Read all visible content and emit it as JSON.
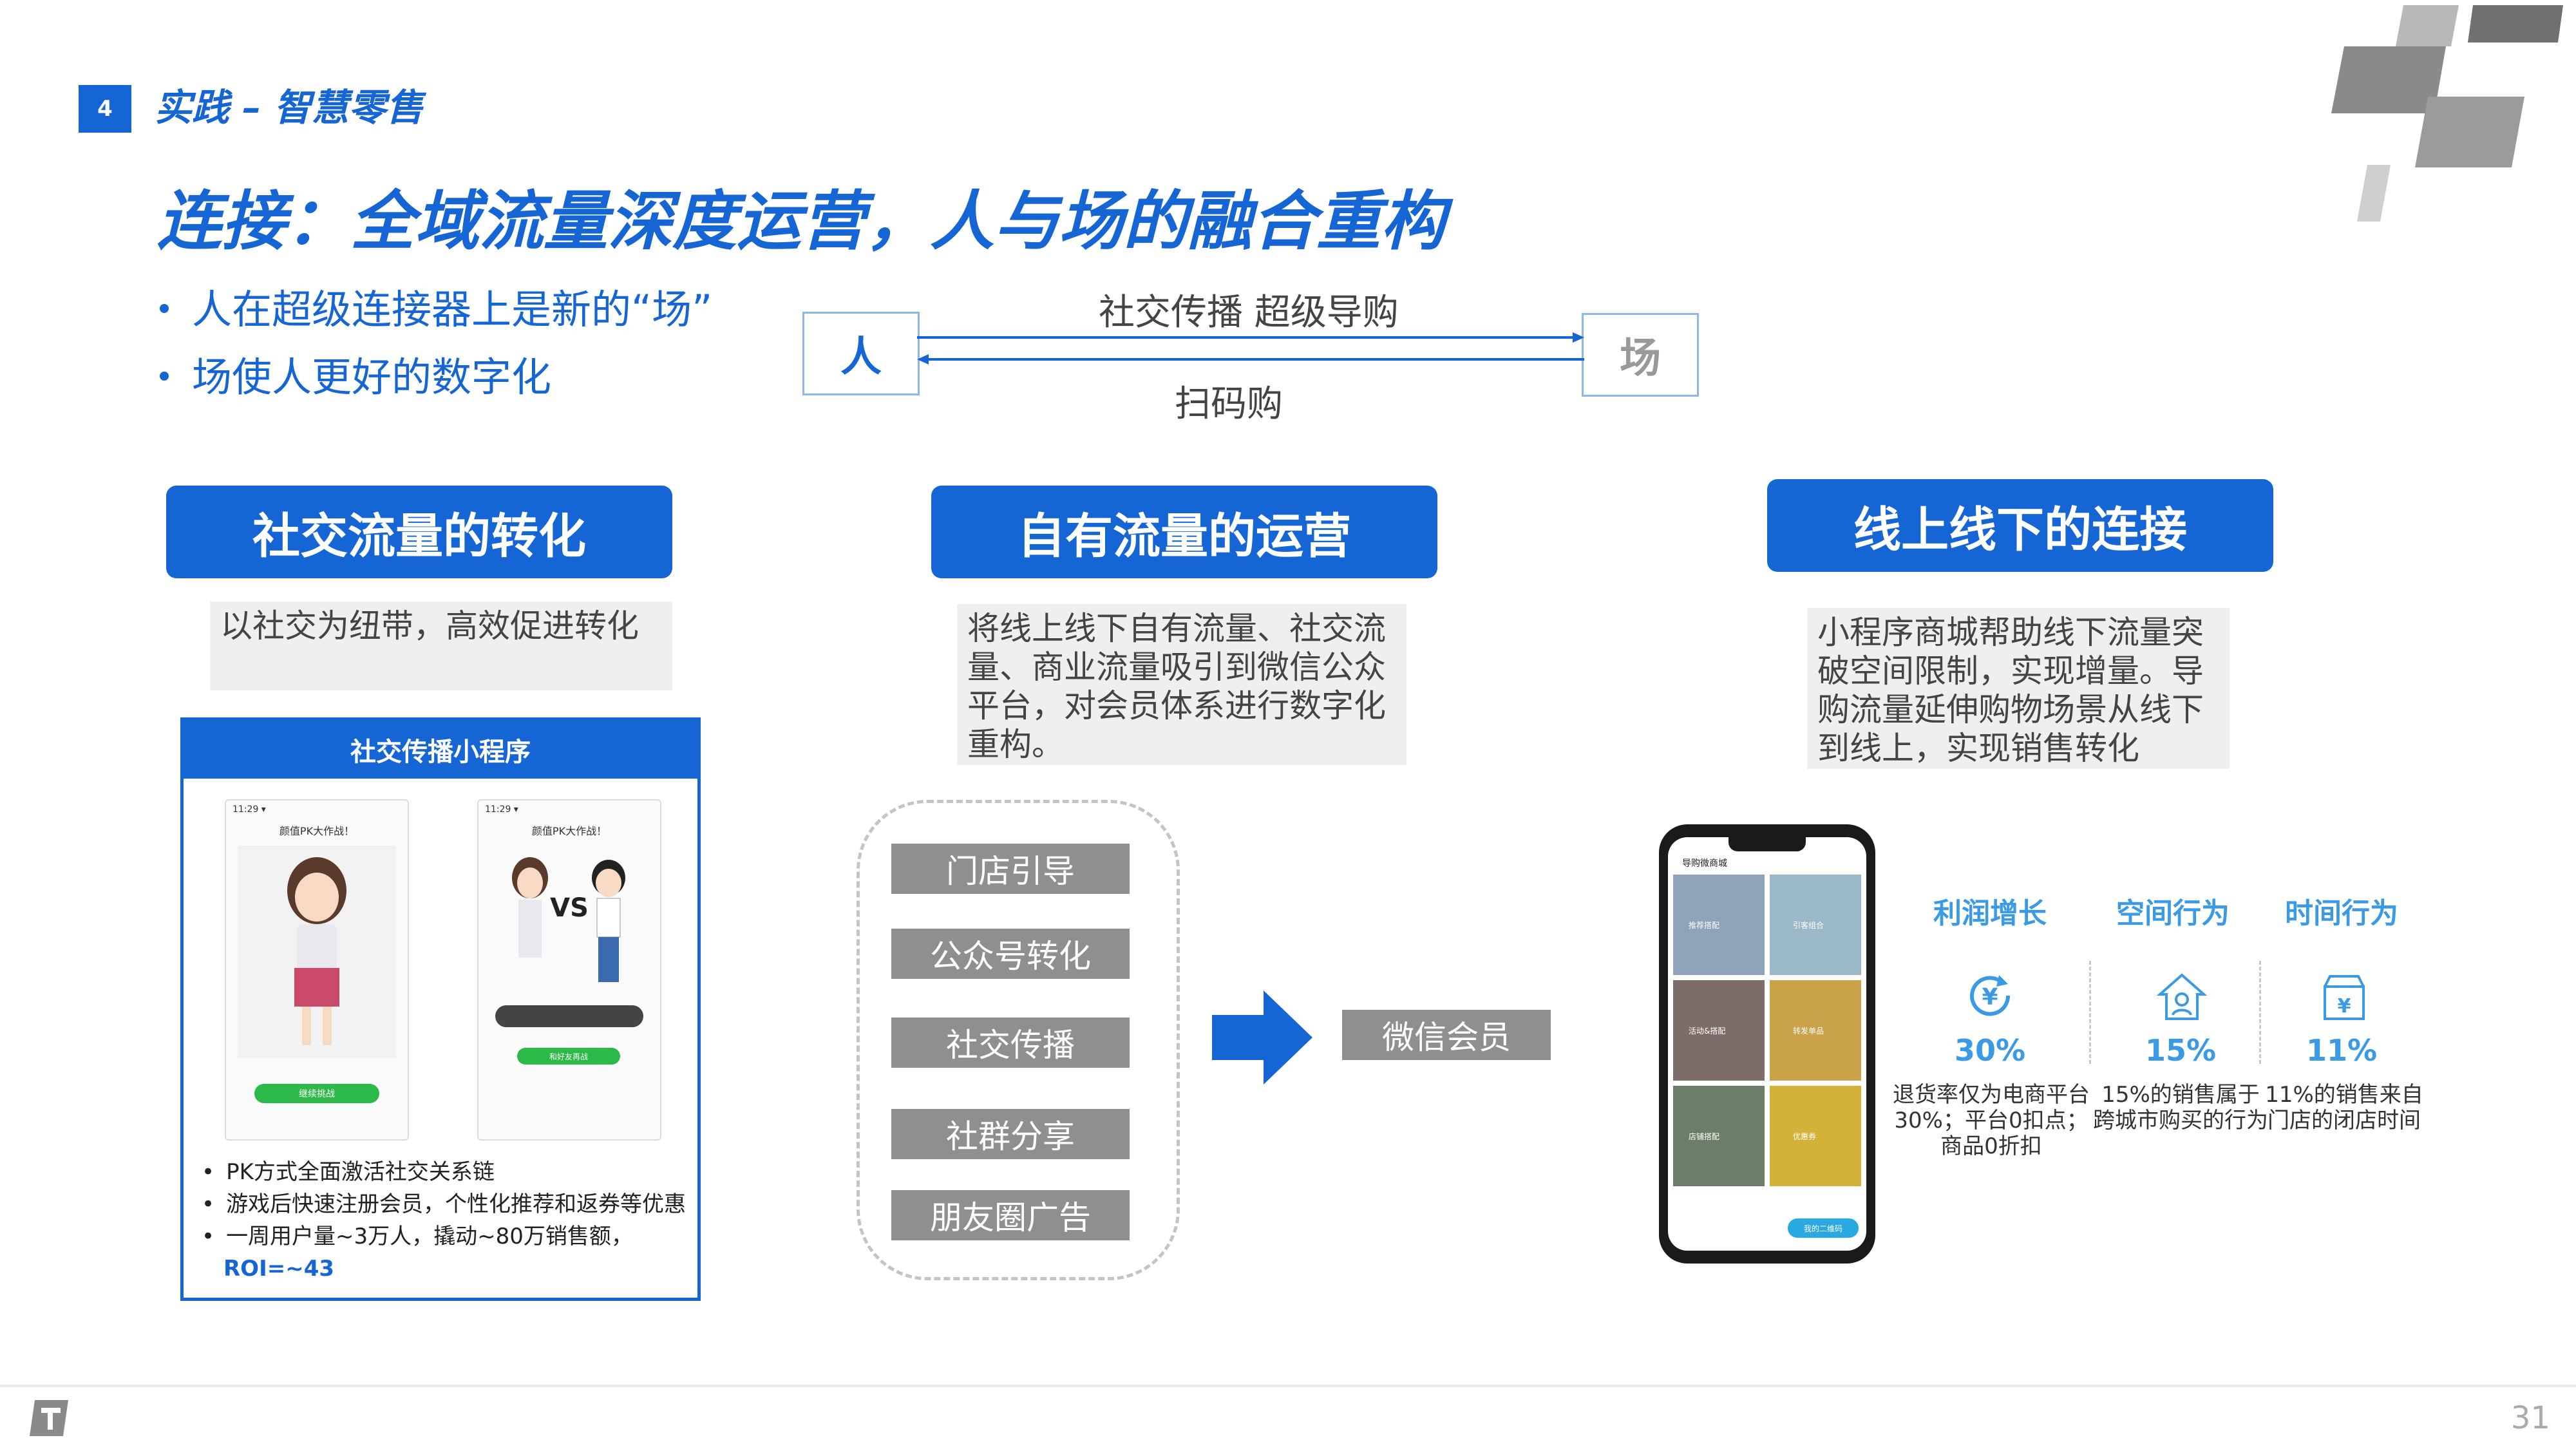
{
  "section": {
    "number": "4",
    "title": "实践 – 智慧零售"
  },
  "title": "连接：全域流量深度运营，人与场的融合重构",
  "bullets": [
    "人在超级连接器上是新的“场”",
    "场使人更好的数字化"
  ],
  "relation": {
    "left": "人",
    "right": "场",
    "top_label": "社交传播 超级导购",
    "bottom_label": "扫码购"
  },
  "columns": [
    {
      "heading": "社交流量的转化",
      "desc": "以社交为纽带，高效促进转化"
    },
    {
      "heading": "自有流量的运营",
      "desc": "将线上线下自有流量、社交流量、商业流量吸引到微信公众平台，对会员体系进行数字化重构。"
    },
    {
      "heading": "线上线下的连接",
      "desc": "小程序商城帮助线下流量突破空间限制，实现增量。导购流量延伸购物场景从线下到线上，实现销售转化"
    }
  ],
  "mini_program": {
    "title": "社交传播小程序",
    "screen1": {
      "status": "11:29 ▾",
      "title": "颜值PK大作战！",
      "button": "继续挑战"
    },
    "screen2": {
      "status": "11:29 ▾",
      "title": "颜值PK大作战！",
      "button": "和好友再战"
    },
    "points": [
      "PK方式全面激活社交关系链",
      "游戏后快速注册会员，个性化推荐和返券等优惠",
      "一周用户量~3万人，撬动~80万销售额，",
      "ROI=~43"
    ]
  },
  "channels": [
    "门店引导",
    "公众号转化",
    "社交传播",
    "社群分享",
    "朋友圈广告"
  ],
  "target": "微信会员",
  "store_app": {
    "header": "导购微商城",
    "tiles": [
      "推荐搭配",
      "引客组合",
      "活动&搭配",
      "转发单品",
      "店铺搭配",
      "优惠券"
    ],
    "button": "我的二维码"
  },
  "stats": [
    {
      "title": "利润增长",
      "value": "30%",
      "desc": [
        "退货率仅为电商平台",
        "30%；平台0扣点；",
        "商品0折扣"
      ],
      "icon": "yen-refresh-icon"
    },
    {
      "title": "空间行为",
      "value": "15%",
      "desc": [
        "15%的销售属于",
        "跨城市购买的行为"
      ],
      "icon": "home-user-icon"
    },
    {
      "title": "时间行为",
      "value": "11%",
      "desc": [
        "11%的销售来自",
        "门店的闭店时间"
      ],
      "icon": "yen-shop-icon"
    }
  ],
  "colors": {
    "primary": "#1566d4",
    "accent": "#3a9ae6",
    "gray_pill": "#8f8f8f"
  },
  "page_number": "31"
}
